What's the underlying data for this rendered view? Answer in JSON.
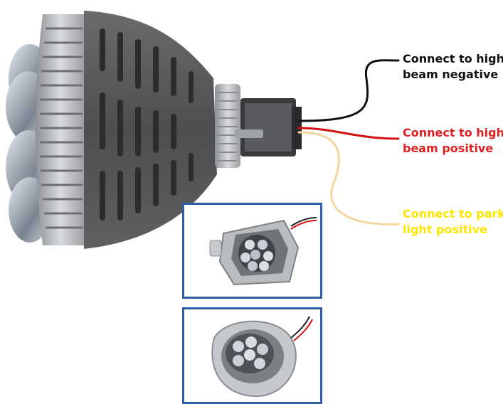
{
  "labels": {
    "high_negative": {
      "line1": "Connect to high",
      "line2": "beam negative",
      "color": "#111111"
    },
    "high_positive": {
      "line1": "Connect to high",
      "line2": "beam positive",
      "color": "#e02020"
    },
    "park_positive": {
      "line1": "Connect to park",
      "line2": "light positive",
      "color": "#ffe600"
    }
  },
  "colors": {
    "inset_border": "#2f5fa6",
    "wire_black": "#111111",
    "wire_red": "#d41010",
    "wire_park": "#f5d6a0",
    "housing": "#5b5c5e",
    "housing_light": "#b9bbbf"
  }
}
